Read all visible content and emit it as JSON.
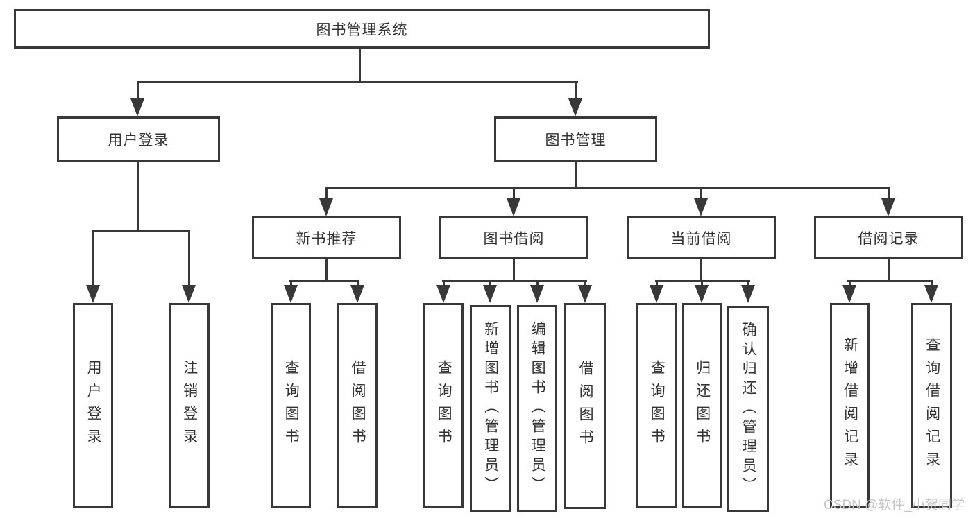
{
  "colors": {
    "line": "#383838",
    "text": "#333333",
    "background": "#ffffff",
    "watermark": "#c6c6c6"
  },
  "diagram": {
    "title": "图书管理系统",
    "branches": [
      {
        "label": "用户登录",
        "children": [
          {
            "label": "用户登录"
          },
          {
            "label": "注销登录"
          }
        ]
      },
      {
        "label": "图书管理",
        "children": [
          {
            "label": "新书推荐",
            "children": [
              {
                "label": "查询图书"
              },
              {
                "label": "借阅图书"
              }
            ]
          },
          {
            "label": "图书借阅",
            "children": [
              {
                "label": "查询图书"
              },
              {
                "label": "新增图书（管理员）"
              },
              {
                "label": "编辑图书（管理员）"
              },
              {
                "label": "借阅图书"
              }
            ]
          },
          {
            "label": "当前借阅",
            "children": [
              {
                "label": "查询图书"
              },
              {
                "label": "归还图书"
              },
              {
                "label": "确认归还（管理员）"
              }
            ]
          },
          {
            "label": "借阅记录",
            "children": [
              {
                "label": "新增借阅记录"
              },
              {
                "label": "查询借阅记录"
              }
            ]
          }
        ]
      }
    ]
  },
  "watermark": {
    "text": "CSDN @软件_小贺同学"
  }
}
